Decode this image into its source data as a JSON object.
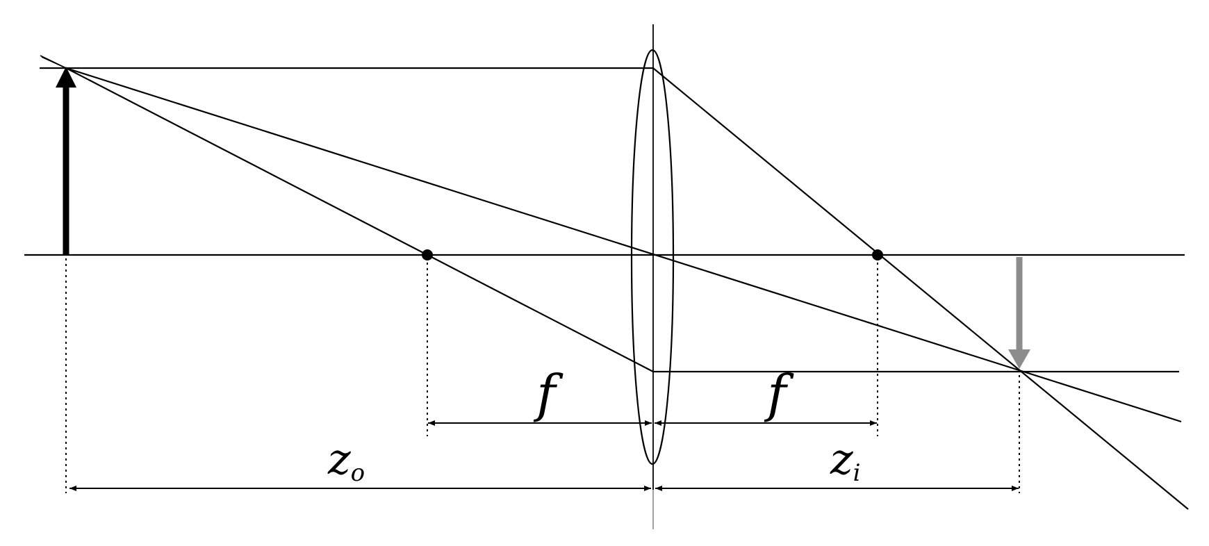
{
  "labels": {
    "focal_left": "f",
    "focal_right": "f",
    "object_distance_base": "z",
    "object_distance_sub": "o",
    "image_distance_base": "z",
    "image_distance_sub": "i"
  },
  "colors": {
    "stroke": "#000000",
    "object_arrow": "#000000",
    "image_arrow": "#8c8c8c",
    "background": "#ffffff"
  }
}
